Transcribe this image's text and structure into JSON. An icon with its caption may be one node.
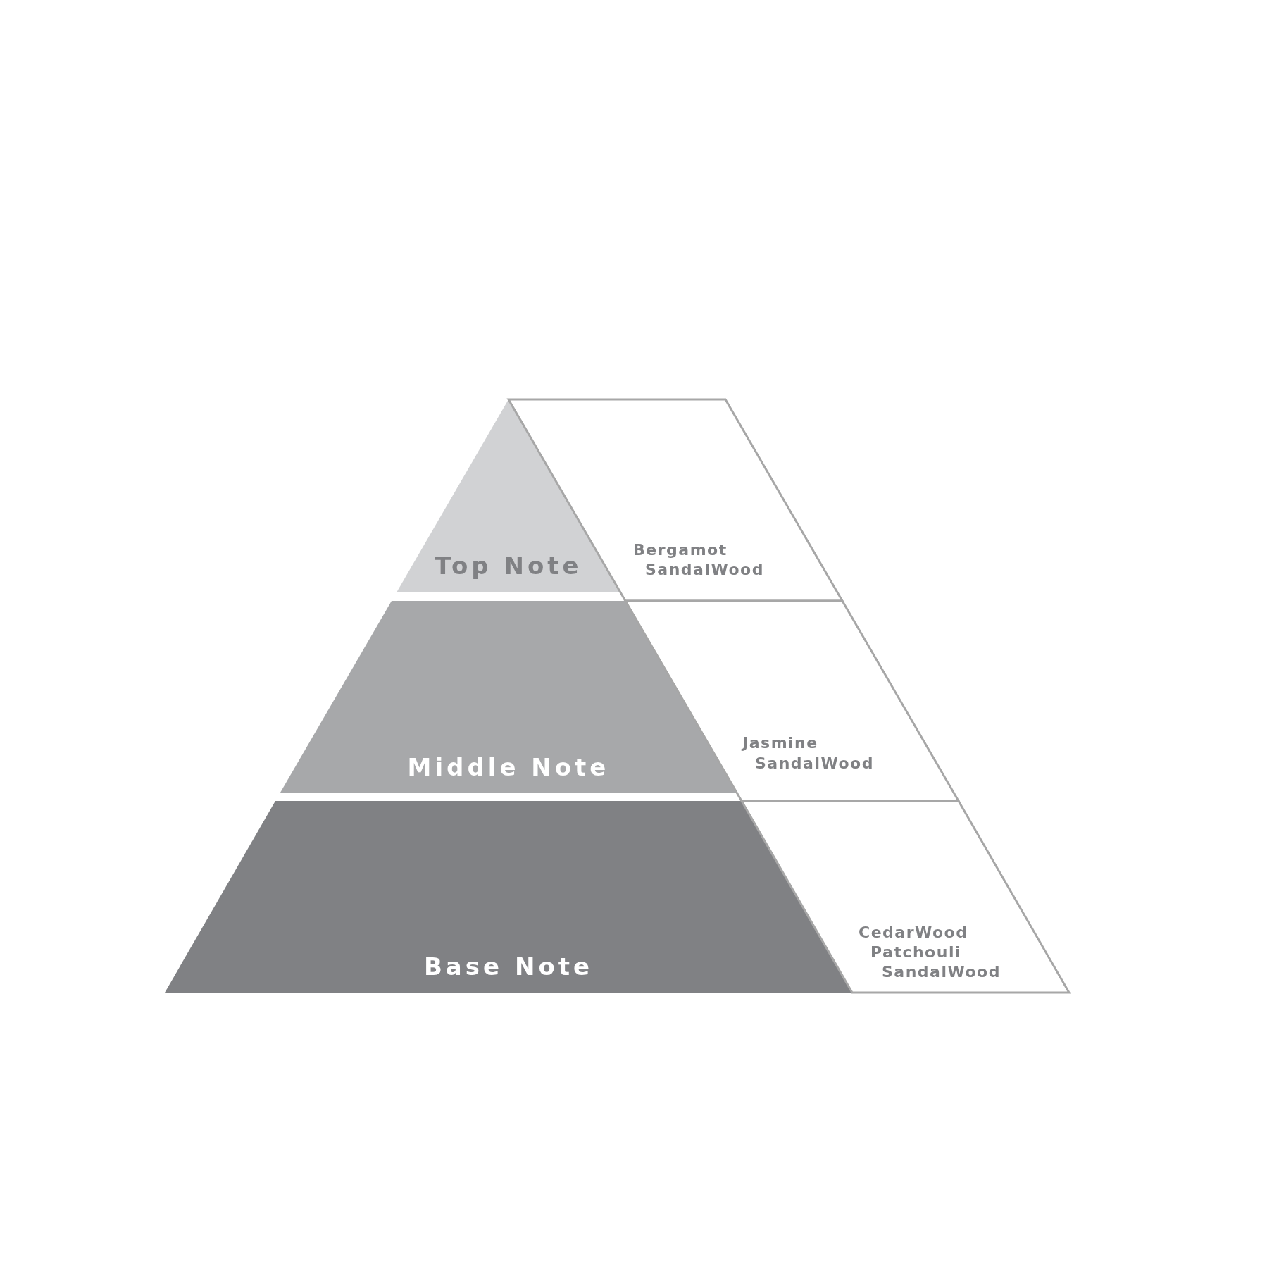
{
  "diagram": {
    "nodes": [
      {
        "text": [
          "Top Note"
        ]
      },
      {
        "text": [
          "Bergamot",
          "SandalWood"
        ]
      },
      {
        "text": [
          "Middle Note"
        ]
      },
      {
        "text": [
          "Jasmine",
          "SandalWood"
        ]
      },
      {
        "text": [
          "Base Note"
        ]
      },
      {
        "text": [
          "CedarWood",
          "Patchouli",
          "SandalWood"
        ]
      }
    ]
  }
}
